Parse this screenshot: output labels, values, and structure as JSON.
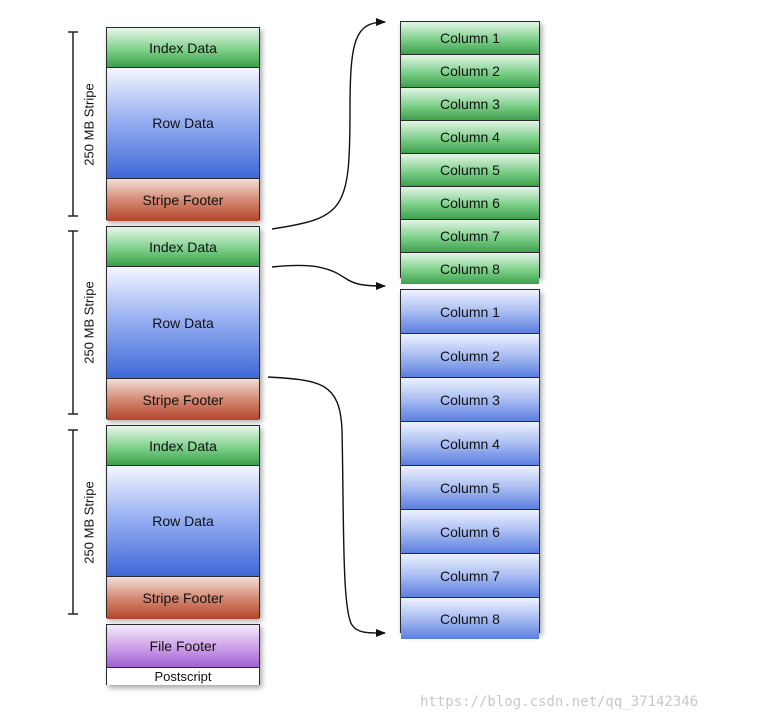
{
  "stripes": [
    {
      "label": "250 MB Stripe",
      "index": "Index Data",
      "row": "Row Data",
      "footer": "Stripe Footer"
    },
    {
      "label": "250 MB Stripe",
      "index": "Index Data",
      "row": "Row Data",
      "footer": "Stripe Footer"
    },
    {
      "label": "250 MB Stripe",
      "index": "Index Data",
      "row": "Row Data",
      "footer": "Stripe Footer"
    }
  ],
  "file_footer": "File Footer",
  "postscript": "Postscript",
  "index_columns": [
    "Column 1",
    "Column 2",
    "Column 3",
    "Column 4",
    "Column 5",
    "Column 6",
    "Column 7",
    "Column 8"
  ],
  "row_columns": [
    "Column 1",
    "Column 2",
    "Column 3",
    "Column 4",
    "Column 5",
    "Column 6",
    "Column 7",
    "Column 8"
  ],
  "watermark": "https://blog.csdn.net/qq_37142346",
  "colors": {
    "index_green": "#5cbf6a",
    "row_blue": "#3f68d8",
    "footer_red": "#b5442c",
    "file_footer_purple": "#a061d2"
  }
}
